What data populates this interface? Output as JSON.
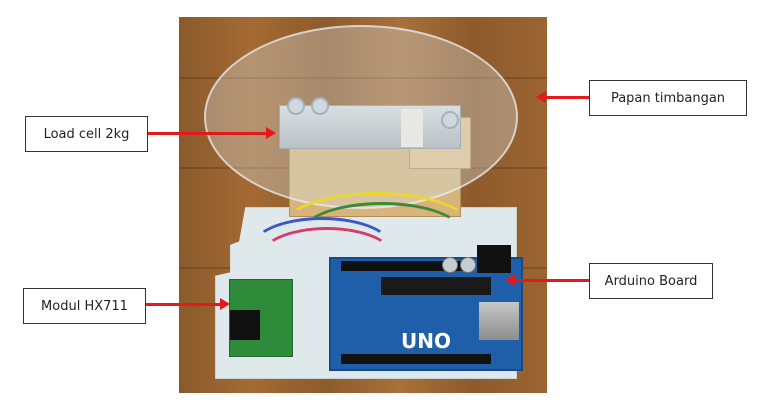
{
  "figure": {
    "description": "Photo of digital scale prototype with labeled components",
    "labels": [
      {
        "id": "load-cell",
        "text": "Load cell 2kg"
      },
      {
        "id": "papan",
        "text": "Papan timbangan"
      },
      {
        "id": "hx711",
        "text": "Modul HX711"
      },
      {
        "id": "arduino",
        "text": "Arduino Board"
      }
    ],
    "board_text": "UNO",
    "arrow_color": "#e3191b"
  }
}
